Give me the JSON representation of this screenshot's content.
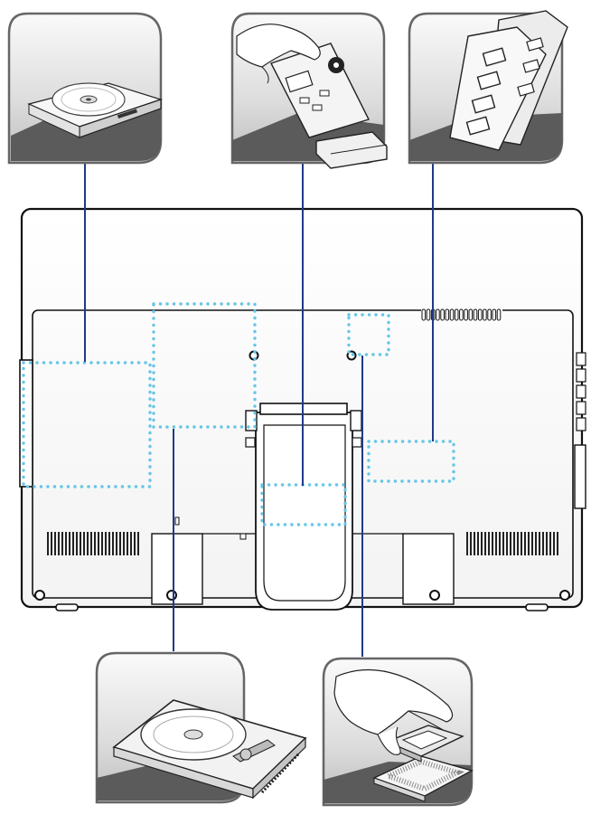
{
  "diagram": {
    "subject": "all-in-one-pc-rear-view",
    "components": [
      {
        "id": "optical-drive",
        "icon": "optical-drive-icon"
      },
      {
        "id": "wireless-card",
        "icon": "wifi-card-icon"
      },
      {
        "id": "memory-modules",
        "icon": "ram-module-icon"
      },
      {
        "id": "hard-disk",
        "icon": "hard-disk-icon"
      },
      {
        "id": "cpu",
        "icon": "cpu-chip-icon"
      }
    ]
  },
  "colors": {
    "callout_line": "#1f3a8a",
    "dotted_region": "#66c6e6",
    "outline": "#111111",
    "panel_border": "#555555",
    "panel_fill_light": "#f4f4f4",
    "panel_fill_dark": "#5a5a5a"
  }
}
